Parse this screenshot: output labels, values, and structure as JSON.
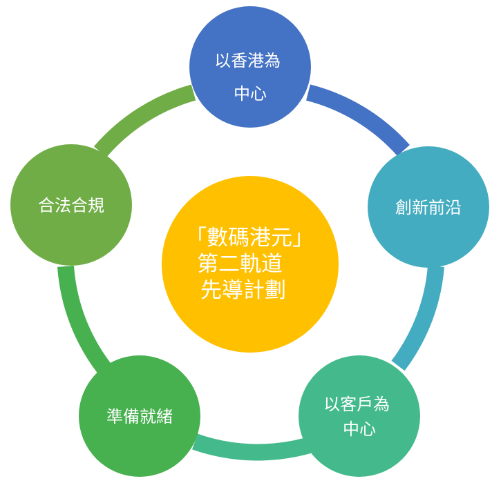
{
  "center": {
    "lines": [
      "「數碼港元」",
      "第二軌道",
      "先導計劃"
    ],
    "color": "#FFC000"
  },
  "nodes": [
    {
      "id": "hk-centric",
      "lines": [
        "以香港為",
        "中心"
      ],
      "color": "#4472C4"
    },
    {
      "id": "innovation",
      "lines": [
        "創新前沿"
      ],
      "color": "#44ACC0"
    },
    {
      "id": "customer-centric",
      "lines": [
        "以客戶為",
        "中心"
      ],
      "color": "#44BA8C"
    },
    {
      "id": "readiness",
      "lines": [
        "準備就緒"
      ],
      "color": "#47B04F"
    },
    {
      "id": "compliance",
      "lines": [
        "合法合規"
      ],
      "color": "#70AD47"
    }
  ]
}
